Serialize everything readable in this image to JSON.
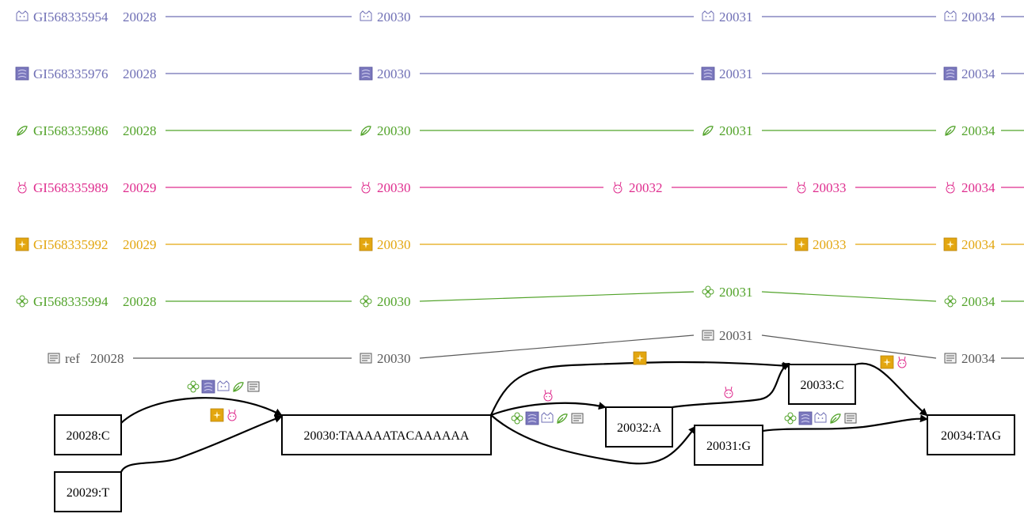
{
  "colors": {
    "purple": "#6f6fb5",
    "green": "#52a32a",
    "magenta": "#df2d8e",
    "gold": "#e3a60f",
    "gray": "#5a5a5a",
    "black": "#000000"
  },
  "tracks": [
    {
      "name": "GI568335954",
      "color": "#6f6fb5",
      "icon": "cat-face-icon",
      "points": [
        "20028",
        "20030",
        "20031",
        "20034"
      ]
    },
    {
      "name": "GI568335976",
      "color": "#6f6fb5",
      "icon": "purple-tile-icon",
      "points": [
        "20028",
        "20030",
        "20031",
        "20034"
      ]
    },
    {
      "name": "GI568335986",
      "color": "#52a32a",
      "icon": "leaf-icon",
      "points": [
        "20028",
        "20030",
        "20031",
        "20034"
      ]
    },
    {
      "name": "GI568335989",
      "color": "#df2d8e",
      "icon": "rabbit-icon",
      "points": [
        "20029",
        "20030",
        "20032",
        "20033",
        "20034"
      ]
    },
    {
      "name": "GI568335992",
      "color": "#e3a60f",
      "icon": "star-tile-icon",
      "points": [
        "20029",
        "20030",
        "20033",
        "20034"
      ]
    },
    {
      "name": "GI568335994",
      "color": "#52a32a",
      "icon": "clover-icon",
      "points": [
        "20028",
        "20030",
        "20031",
        "20034"
      ]
    },
    {
      "name": "ref",
      "color": "#5a5a5a",
      "icon": "document-icon",
      "points": [
        "20028",
        "20030",
        "20031",
        "20034"
      ]
    }
  ],
  "nodes": [
    {
      "id": "n20028",
      "label": "20028:C"
    },
    {
      "id": "n20029",
      "label": "20029:T"
    },
    {
      "id": "n20030",
      "label": "20030:TAAAAATACAAAAAA"
    },
    {
      "id": "n20032",
      "label": "20032:A"
    },
    {
      "id": "n20031",
      "label": "20031:G"
    },
    {
      "id": "n20033",
      "label": "20033:C"
    },
    {
      "id": "n20034",
      "label": "20034:TAG"
    }
  ],
  "edges": [
    {
      "from": "20028:C",
      "to": "20030:TAAAAATACAAAAAA",
      "icons": [
        "clover-icon",
        "purple-tile-icon",
        "cat-face-icon",
        "leaf-icon",
        "document-icon"
      ]
    },
    {
      "from": "20029:T",
      "to": "20030:TAAAAATACAAAAAA",
      "icons": [
        "star-tile-icon",
        "rabbit-icon"
      ]
    },
    {
      "from": "20030:TAAAAATACAAAAAA",
      "to": "20033:C",
      "icons": [
        "star-tile-icon"
      ]
    },
    {
      "from": "20030:TAAAAATACAAAAAA",
      "to": "20032:A",
      "icons": [
        "rabbit-icon"
      ]
    },
    {
      "from": "20030:TAAAAATACAAAAAA",
      "to": "20031:G",
      "icons": [
        "clover-icon",
        "purple-tile-icon",
        "cat-face-icon",
        "leaf-icon",
        "document-icon"
      ]
    },
    {
      "from": "20032:A",
      "to": "20033:C",
      "icons": [
        "rabbit-icon"
      ]
    },
    {
      "from": "20031:G",
      "to": "20034:TAG",
      "icons": [
        "clover-icon",
        "purple-tile-icon",
        "cat-face-icon",
        "leaf-icon",
        "document-icon"
      ]
    },
    {
      "from": "20033:C",
      "to": "20034:TAG",
      "icons": [
        "star-tile-icon",
        "rabbit-icon"
      ]
    }
  ]
}
